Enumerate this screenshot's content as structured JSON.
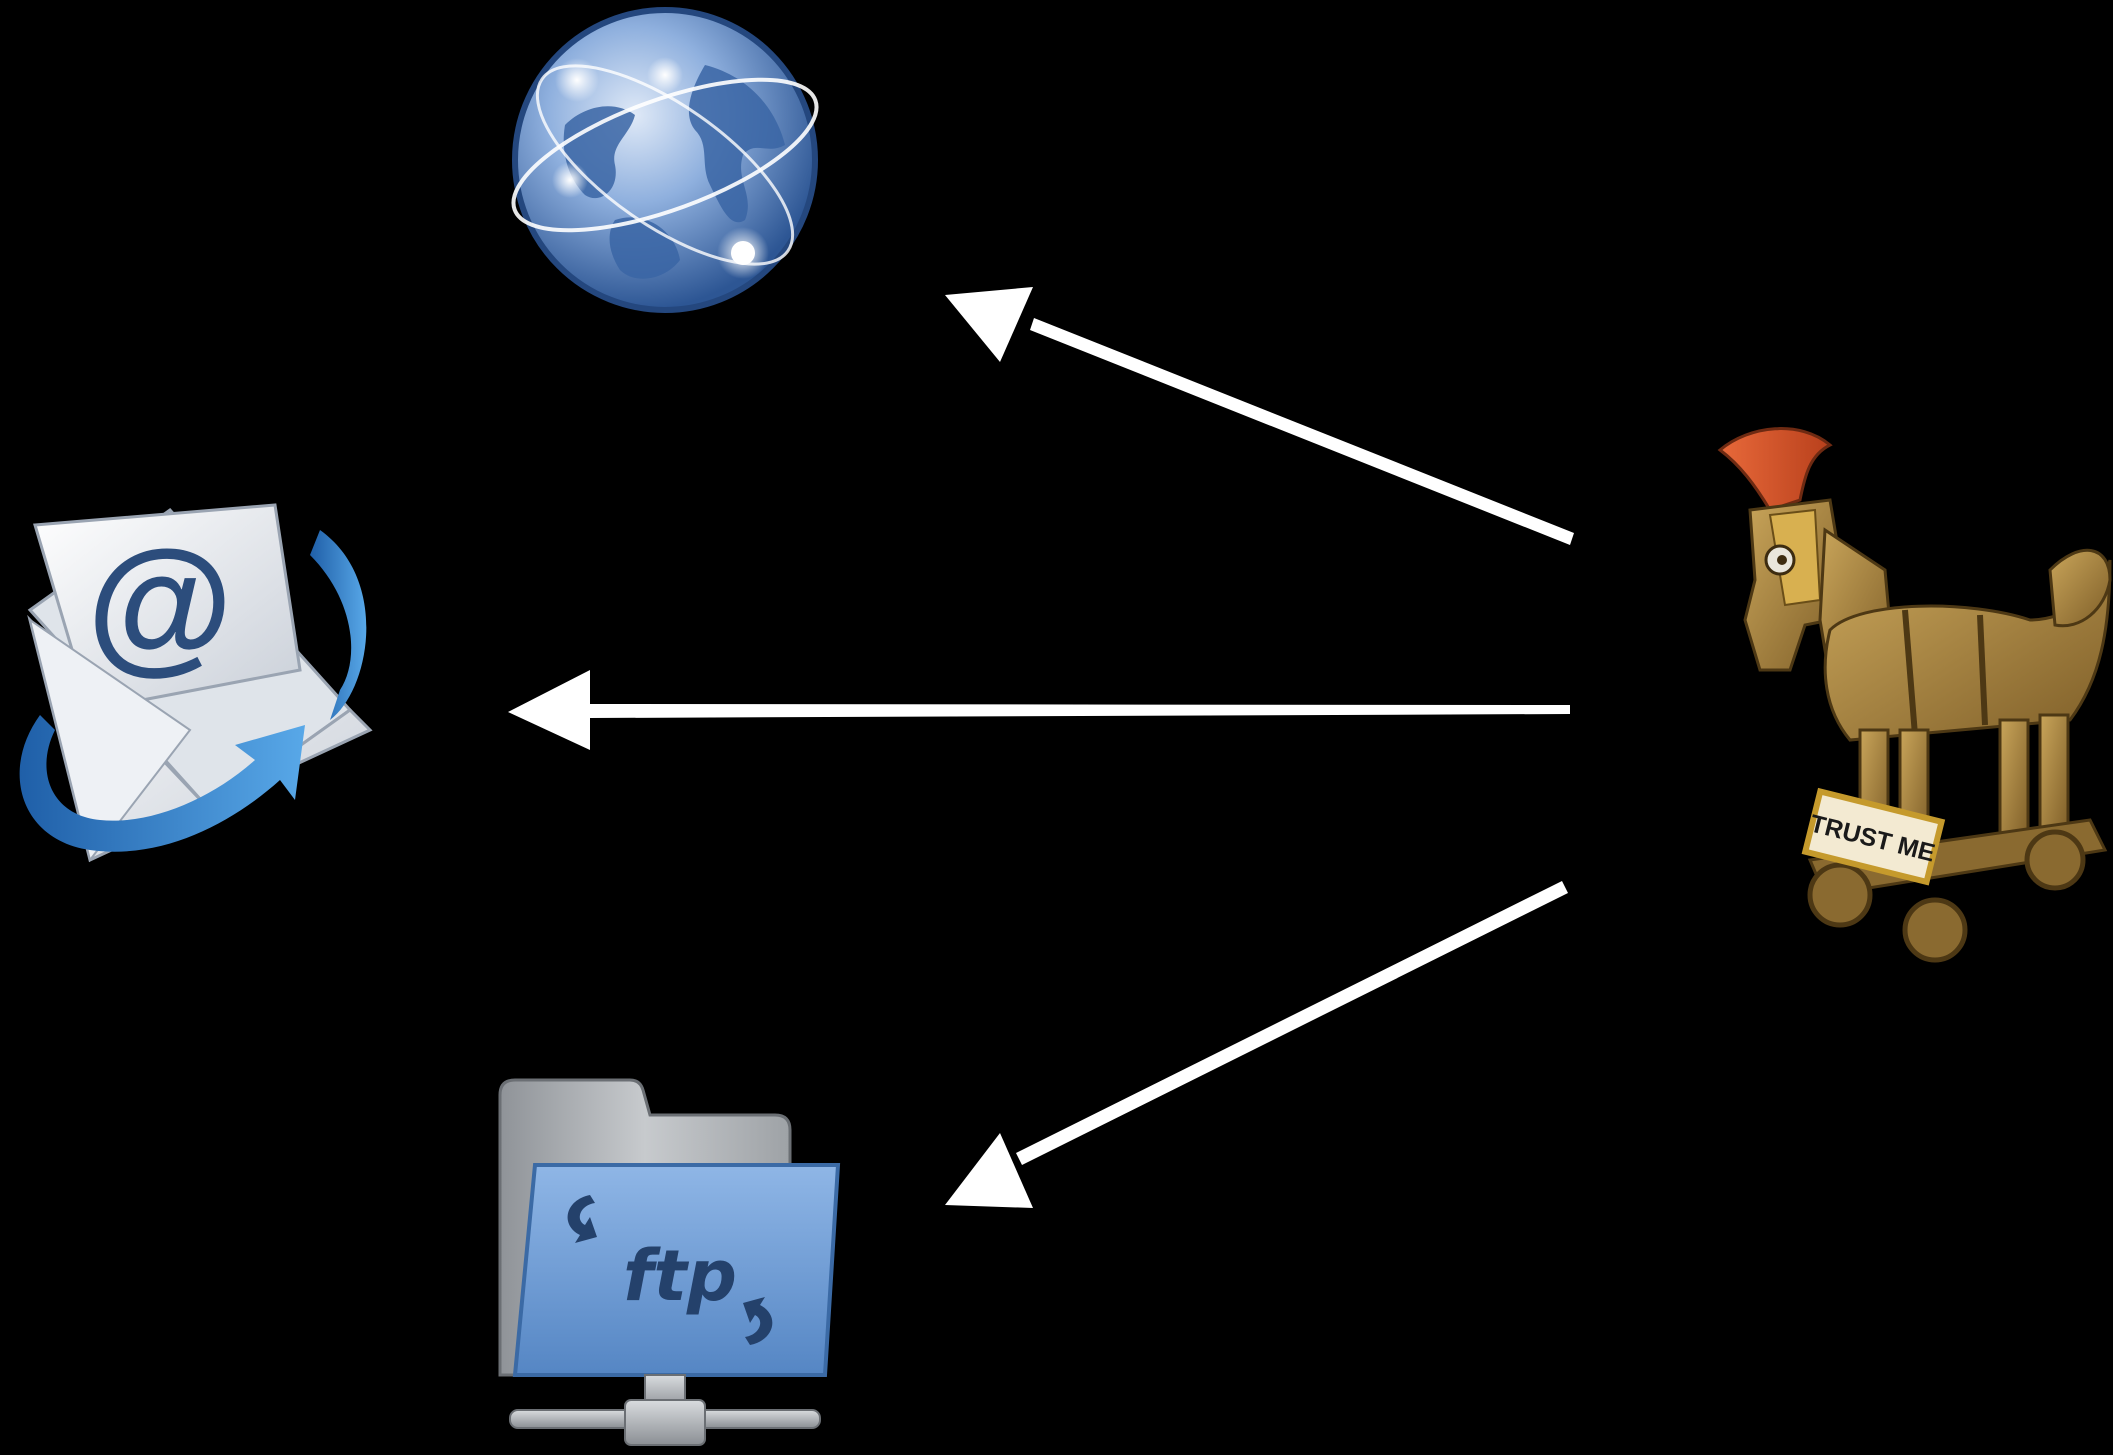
{
  "diagram": {
    "background": "#000000",
    "nodes": {
      "web": {
        "icon": "globe-icon"
      },
      "email": {
        "icon": "email-envelope-icon",
        "glyph": "@"
      },
      "ftp": {
        "icon": "ftp-folder-icon",
        "label": "ftp"
      },
      "trojan": {
        "icon": "trojan-horse-icon",
        "sign": "TRUST ME"
      }
    },
    "edges": [
      {
        "from": "trojan",
        "to": "web"
      },
      {
        "from": "trojan",
        "to": "email"
      },
      {
        "from": "trojan",
        "to": "ftp"
      }
    ],
    "colors": {
      "arrow": "#ffffff",
      "globe": "#3f6fb0",
      "folder": "#6d9bd3",
      "horse": "#a8823c",
      "plume": "#d9552a"
    }
  }
}
